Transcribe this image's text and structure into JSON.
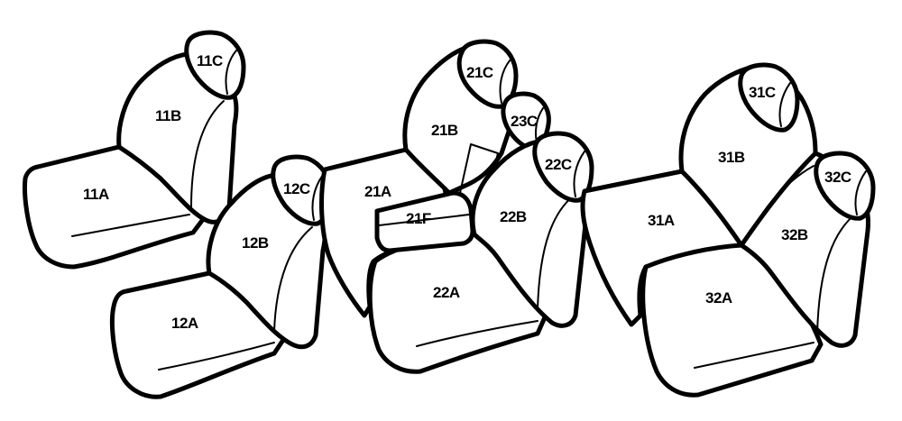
{
  "colors": {
    "stroke": "#000000",
    "fill": "#ffffff"
  },
  "labels": {
    "11A": "11A",
    "11B": "11B",
    "11C": "11C",
    "12A": "12A",
    "12B": "12B",
    "12C": "12C",
    "21A": "21A",
    "21B": "21B",
    "21C": "21C",
    "21F": "21F",
    "22A": "22A",
    "22B": "22B",
    "22C": "22C",
    "23C": "23C",
    "31A": "31A",
    "31B": "31B",
    "31C": "31C",
    "32A": "32A",
    "32B": "32B",
    "32C": "32C"
  }
}
